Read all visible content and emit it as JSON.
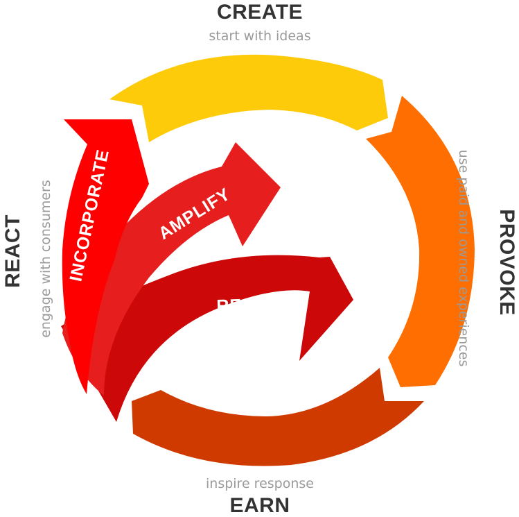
{
  "stages": {
    "create": {
      "title": "CREATE",
      "subtitle": "start with ideas",
      "color": "#FDCB0A"
    },
    "provoke": {
      "title": "PROVOKE",
      "subtitle": "use paid and owned experiences",
      "color": "#FF6E00"
    },
    "earn": {
      "title": "EARN",
      "subtitle": "inspire response",
      "color": "#CF3A00"
    },
    "react": {
      "title": "REACT",
      "subtitle": "engage with consumers"
    }
  },
  "arrows": {
    "incorporate": {
      "label": "INCORPORATE",
      "color": "#FF0000"
    },
    "amplify": {
      "label": "AMPLIFY",
      "color": "#E61E1E"
    },
    "respond": {
      "label": "RESPOND",
      "color": "#CC0808"
    }
  }
}
